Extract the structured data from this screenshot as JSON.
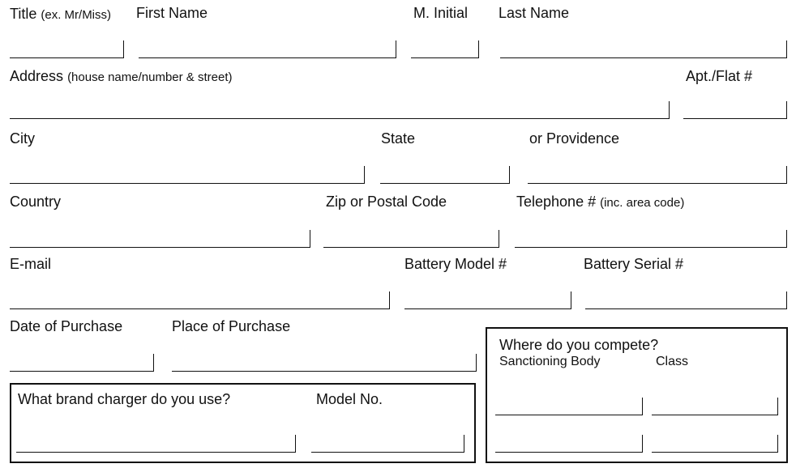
{
  "form": {
    "title_label": "Title",
    "title_hint": "(ex. Mr/Miss)",
    "first_name_label": "First Name",
    "middle_initial_label": "M. Initial",
    "last_name_label": "Last Name",
    "address_label": "Address",
    "address_hint": "(house name/number & street)",
    "apt_label": "Apt./Flat #",
    "city_label": "City",
    "state_label": "State",
    "province_label": "or Providence",
    "country_label": "Country",
    "zip_label": "Zip or Postal Code",
    "telephone_label": "Telephone #",
    "telephone_hint": "(inc. area code)",
    "email_label": "E-mail",
    "battery_model_label": "Battery Model #",
    "battery_serial_label": "Battery Serial #",
    "date_purchase_label": "Date of Purchase",
    "place_purchase_label": "Place of Purchase"
  },
  "charger_box": {
    "question": "What brand charger do you use?",
    "model_label": "Model No."
  },
  "compete_box": {
    "question": "Where do you compete?",
    "sanctioning_label": "Sanctioning Body",
    "class_label": "Class"
  }
}
